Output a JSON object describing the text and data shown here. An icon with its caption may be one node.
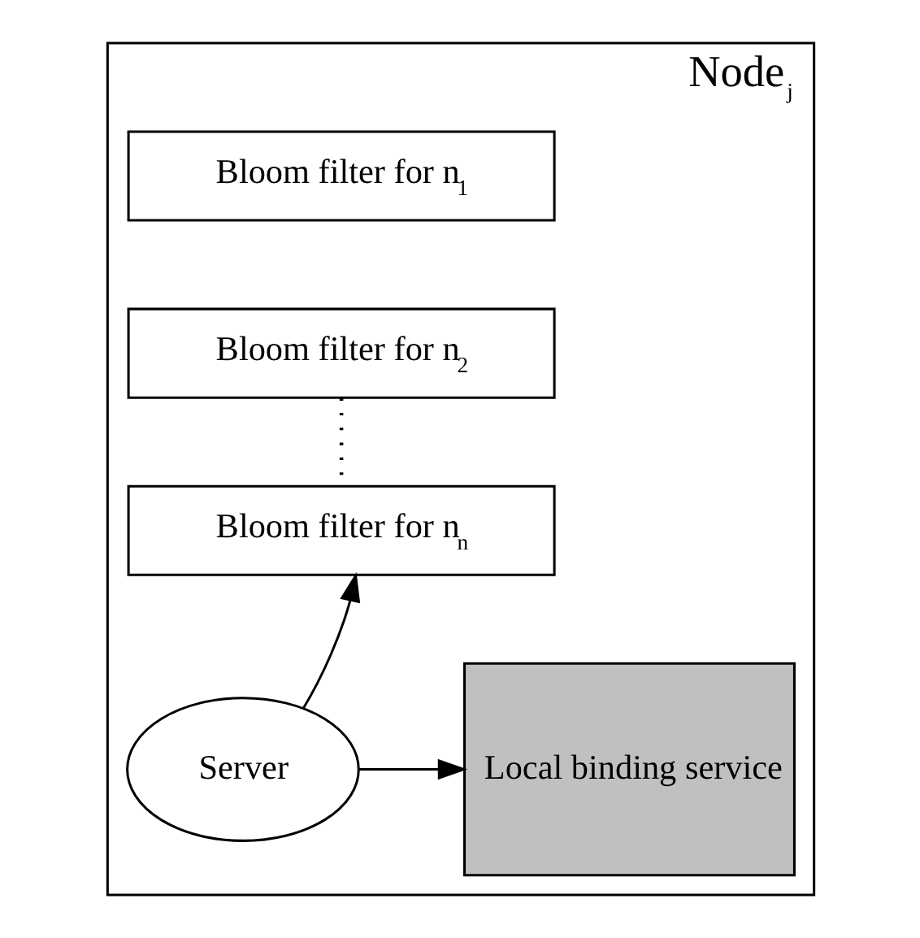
{
  "diagram": {
    "nodes": [
      {
        "text": [
          "Node$_{j}$"
        ]
      },
      {
        "text": [
          "Bloom filter for n$_{1}$"
        ],
        "in": 0
      },
      {
        "text": [
          "Bloom filter for n$_{2}$"
        ],
        "in": 0
      },
      {
        "text": [
          "Bloom filter for n$_{n}$"
        ],
        "in": 0
      },
      {
        "text": [
          "Server"
        ],
        "in": 0
      },
      {
        "text": [
          "Local binding service"
        ],
        "in": 0
      }
    ],
    "edges": [
      {
        "from": 2,
        "to": 3,
        "arrow": "none",
        "style": "dashed"
      },
      {
        "from": 4,
        "to": 3,
        "arrow": "to"
      },
      {
        "from": 4,
        "to": 5,
        "arrow": "to"
      }
    ]
  }
}
